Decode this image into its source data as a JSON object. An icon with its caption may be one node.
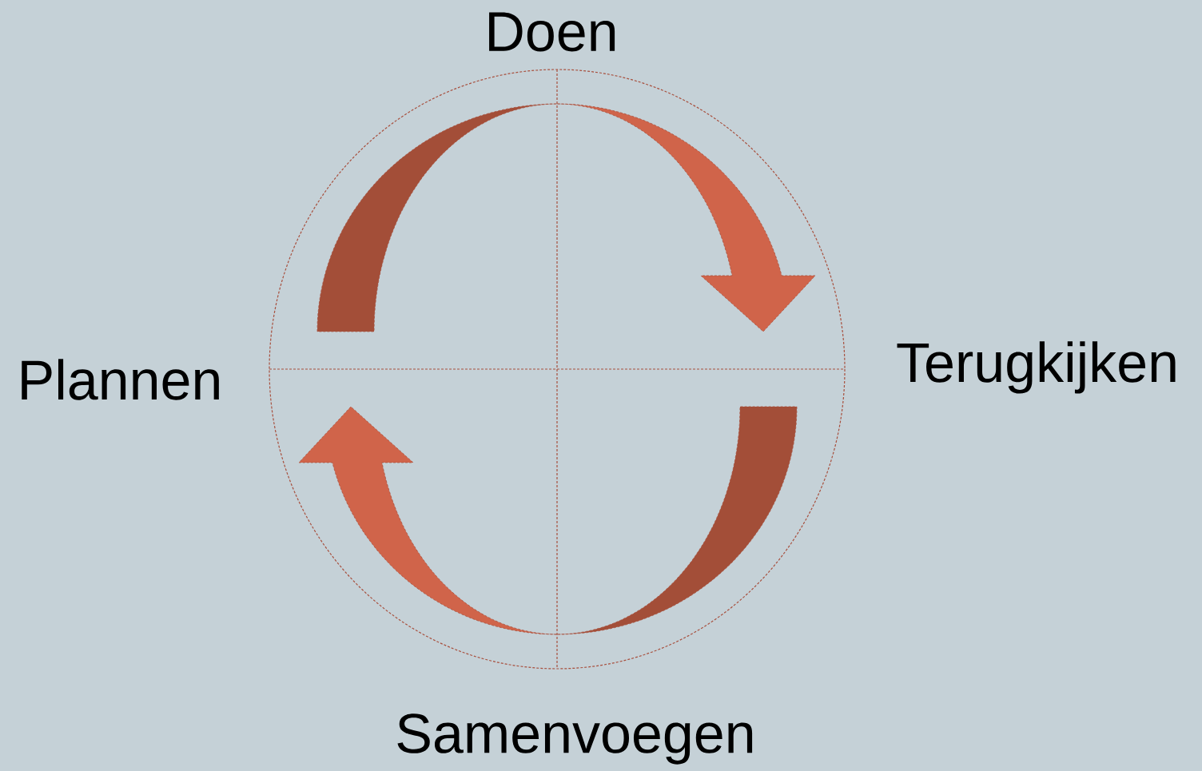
{
  "diagram": {
    "labels": [
      "Doen",
      "Terugkijken",
      "Plannen",
      "Samenvoegen"
    ]
  }
}
